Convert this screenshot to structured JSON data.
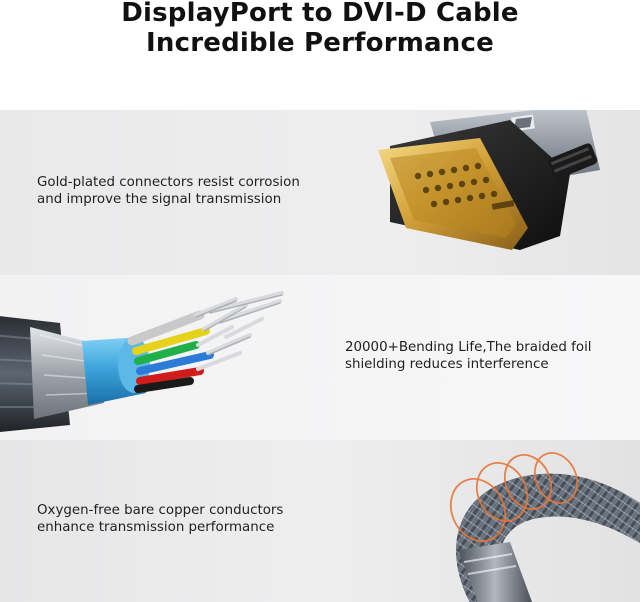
{
  "heading": {
    "line1": "DisplayPort to DVI-D Cable",
    "line2": "Incredible Performance"
  },
  "features": [
    {
      "line1": "Gold-plated connectors resist corrosion",
      "line2": "and improve the signal transmission",
      "illustration": "dvi-d-connector-icon"
    },
    {
      "line1": "20000+Bending Life,The braided foil",
      "line2": "shielding reduces interference",
      "illustration": "cable-cross-section-icon"
    },
    {
      "line1": "Oxygen-free bare copper conductors",
      "line2": "enhance transmission performance",
      "illustration": "braided-cable-icon"
    }
  ],
  "colors": {
    "gold": "#d4a23a",
    "connector_shell": "#9aa0a8",
    "braid": "#5c6570",
    "inner_jacket": "#3aa0d8",
    "highlight_ring": "#e8763a"
  }
}
